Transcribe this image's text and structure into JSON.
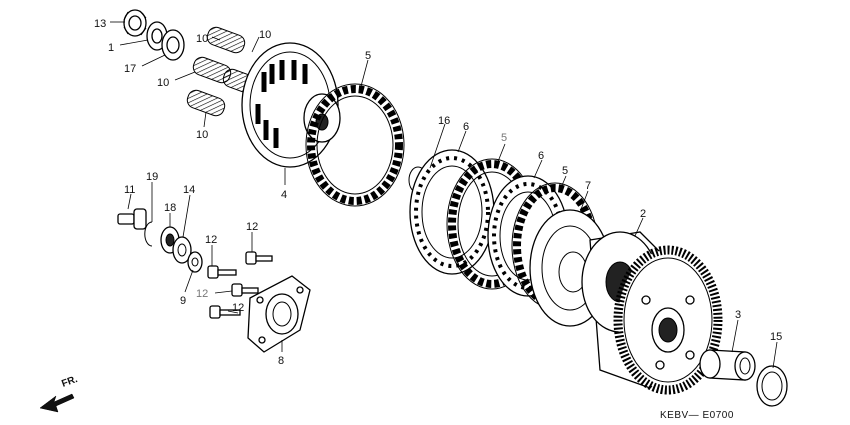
{
  "diagram": {
    "code": "KEBV— E0700",
    "direction": "FR.",
    "callouts": [
      {
        "id": "c13",
        "text": "13",
        "muted": false
      },
      {
        "id": "c1",
        "text": "1",
        "muted": false
      },
      {
        "id": "c17",
        "text": "17",
        "muted": false
      },
      {
        "id": "c10a",
        "text": "10",
        "muted": false
      },
      {
        "id": "c10b",
        "text": "10",
        "muted": false
      },
      {
        "id": "c10c",
        "text": "10",
        "muted": false
      },
      {
        "id": "c10d",
        "text": "10",
        "muted": false
      },
      {
        "id": "c5a",
        "text": "5",
        "muted": false
      },
      {
        "id": "c4",
        "text": "4",
        "muted": false
      },
      {
        "id": "c16",
        "text": "16",
        "muted": false
      },
      {
        "id": "c6a",
        "text": "6",
        "muted": false
      },
      {
        "id": "c5b",
        "text": "5",
        "muted": true
      },
      {
        "id": "c6b",
        "text": "6",
        "muted": false
      },
      {
        "id": "c5c",
        "text": "5",
        "muted": false
      },
      {
        "id": "c7",
        "text": "7",
        "muted": false
      },
      {
        "id": "c2",
        "text": "2",
        "muted": false
      },
      {
        "id": "c11",
        "text": "11",
        "muted": false
      },
      {
        "id": "c19",
        "text": "19",
        "muted": false
      },
      {
        "id": "c14",
        "text": "14",
        "muted": false
      },
      {
        "id": "c18",
        "text": "18",
        "muted": false
      },
      {
        "id": "c12a",
        "text": "12",
        "muted": false
      },
      {
        "id": "c12b",
        "text": "12",
        "muted": false
      },
      {
        "id": "c12c",
        "text": "12",
        "muted": true
      },
      {
        "id": "c12d",
        "text": "12",
        "muted": false
      },
      {
        "id": "c9",
        "text": "9",
        "muted": false
      },
      {
        "id": "c8",
        "text": "8",
        "muted": false
      },
      {
        "id": "c3",
        "text": "3",
        "muted": false
      },
      {
        "id": "c15",
        "text": "15",
        "muted": false
      }
    ]
  }
}
